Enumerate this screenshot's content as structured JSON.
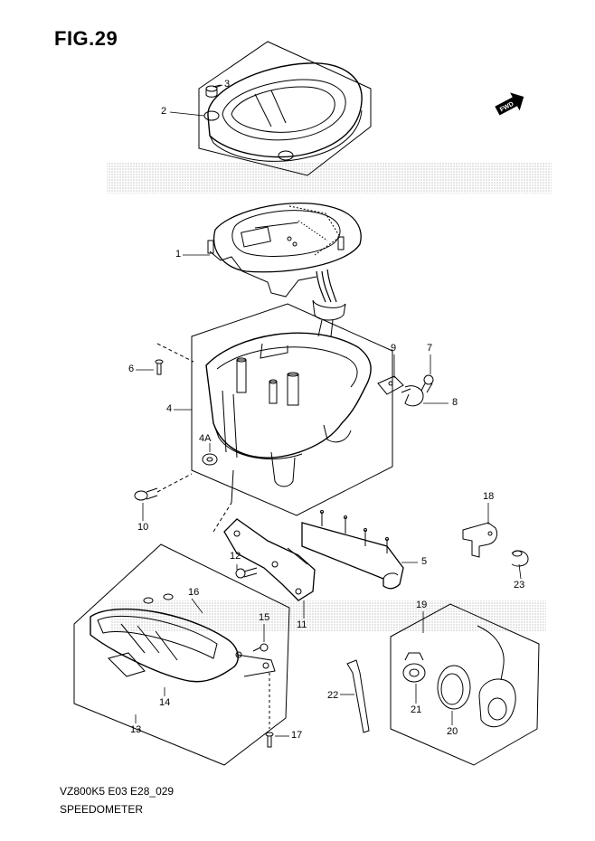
{
  "figure": {
    "title": "FIG.29",
    "code": "VZ800K5 E03 E28_029",
    "name": "SPEEDOMETER",
    "fwd_label": "FWD"
  },
  "callouts": [
    {
      "id": "c2",
      "text": "2"
    },
    {
      "id": "c3",
      "text": "3"
    },
    {
      "id": "c1",
      "text": "1"
    },
    {
      "id": "c6",
      "text": "6"
    },
    {
      "id": "c4",
      "text": "4"
    },
    {
      "id": "c4a",
      "text": "4A"
    },
    {
      "id": "c9",
      "text": "9"
    },
    {
      "id": "c7",
      "text": "7"
    },
    {
      "id": "c8",
      "text": "8"
    },
    {
      "id": "c10",
      "text": "10"
    },
    {
      "id": "c18",
      "text": "18"
    },
    {
      "id": "c12",
      "text": "12"
    },
    {
      "id": "c5",
      "text": "5"
    },
    {
      "id": "c23",
      "text": "23"
    },
    {
      "id": "c16",
      "text": "16"
    },
    {
      "id": "c11",
      "text": "11"
    },
    {
      "id": "c19",
      "text": "19"
    },
    {
      "id": "c15",
      "text": "15"
    },
    {
      "id": "c14",
      "text": "14"
    },
    {
      "id": "c22",
      "text": "22"
    },
    {
      "id": "c21",
      "text": "21"
    },
    {
      "id": "c20",
      "text": "20"
    },
    {
      "id": "c13",
      "text": "13"
    },
    {
      "id": "c17",
      "text": "17"
    }
  ],
  "colors": {
    "line": "#000000",
    "watermark": "#d9d9d9"
  }
}
